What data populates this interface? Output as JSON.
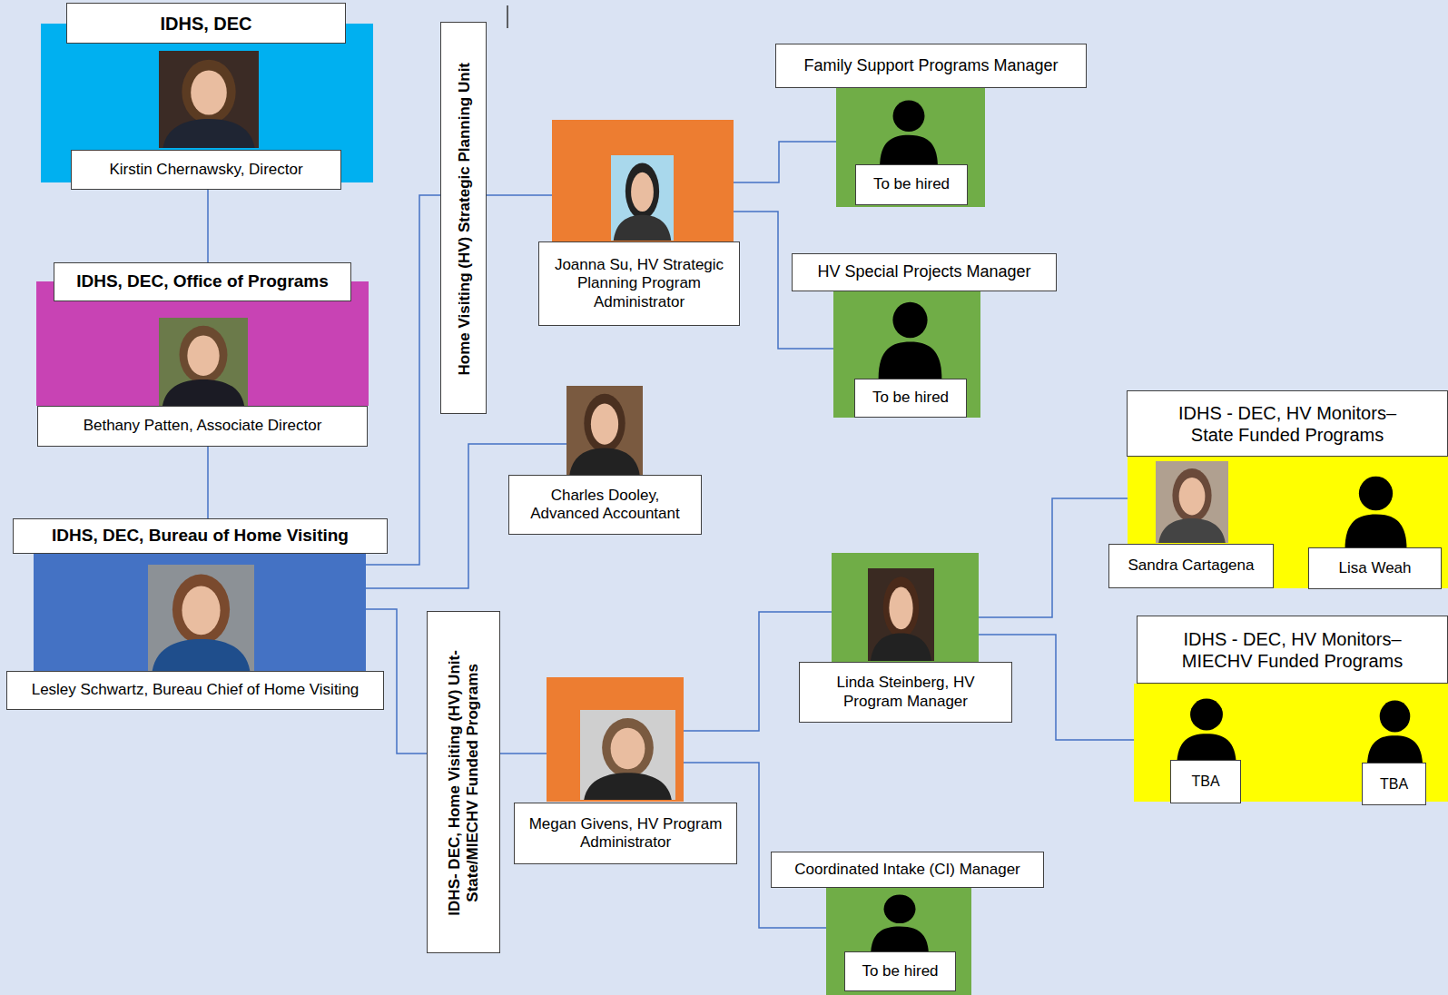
{
  "diagram": {
    "nodes": [
      {
        "text": [
          "IDHS, DEC",
          "Kirstin Chernawsky, Director"
        ]
      },
      {
        "text": [
          "IDHS, DEC, Office of Programs",
          "Bethany Patten, Associate Director"
        ]
      },
      {
        "text": [
          "IDHS, DEC, Bureau of Home Visiting",
          "Lesley Schwartz, Bureau Chief of Home Visiting"
        ]
      },
      {
        "text": [
          "Home Visiting (HV) Strategic Planning Unit"
        ]
      },
      {
        "text": [
          "Joanna Su, HV Strategic Planning Program Administrator"
        ]
      },
      {
        "text": [
          "Family Support Programs Manager",
          "To be hired"
        ]
      },
      {
        "text": [
          "HV Special Projects Manager",
          "To be hired"
        ]
      },
      {
        "text": [
          "Charles Dooley, Advanced Accountant"
        ]
      },
      {
        "text": [
          "IDHS- DEC, Home Visiting (HV) Unit- State/MIECHV Funded Programs"
        ]
      },
      {
        "text": [
          "Megan Givens, HV Program Administrator"
        ]
      },
      {
        "text": [
          "Linda Steinberg, HV Program Manager"
        ]
      },
      {
        "text": [
          "IDHS - DEC, HV Monitors– State Funded Programs"
        ]
      },
      {
        "text": [
          "Sandra Cartagena"
        ],
        "in": 11
      },
      {
        "text": [
          "Lisa Weah"
        ],
        "in": 11
      },
      {
        "text": [
          "IDHS - DEC, HV Monitors– MIECHV Funded Programs"
        ]
      },
      {
        "text": [
          "TBA"
        ],
        "in": 14
      },
      {
        "text": [
          "TBA"
        ],
        "in": 14
      },
      {
        "text": [
          "Coordinated Intake (CI) Manager",
          "To be hired"
        ]
      }
    ],
    "edges": [
      {
        "from": 0,
        "to": 1,
        "arrow": "none"
      },
      {
        "from": 1,
        "to": 2,
        "arrow": "none"
      },
      {
        "from": 2,
        "to": 3,
        "arrow": "none"
      },
      {
        "from": 3,
        "to": 4,
        "arrow": "none"
      },
      {
        "from": 4,
        "to": 5,
        "arrow": "none"
      },
      {
        "from": 4,
        "to": 6,
        "arrow": "none"
      },
      {
        "from": 2,
        "to": 7,
        "arrow": "none"
      },
      {
        "from": 2,
        "to": 8,
        "arrow": "none"
      },
      {
        "from": 8,
        "to": 9,
        "arrow": "none"
      },
      {
        "from": 9,
        "to": 10,
        "arrow": "none"
      },
      {
        "from": 9,
        "to": 17,
        "arrow": "none"
      },
      {
        "from": 10,
        "to": 11,
        "arrow": "none"
      },
      {
        "from": 10,
        "to": 14,
        "arrow": "none"
      }
    ]
  }
}
